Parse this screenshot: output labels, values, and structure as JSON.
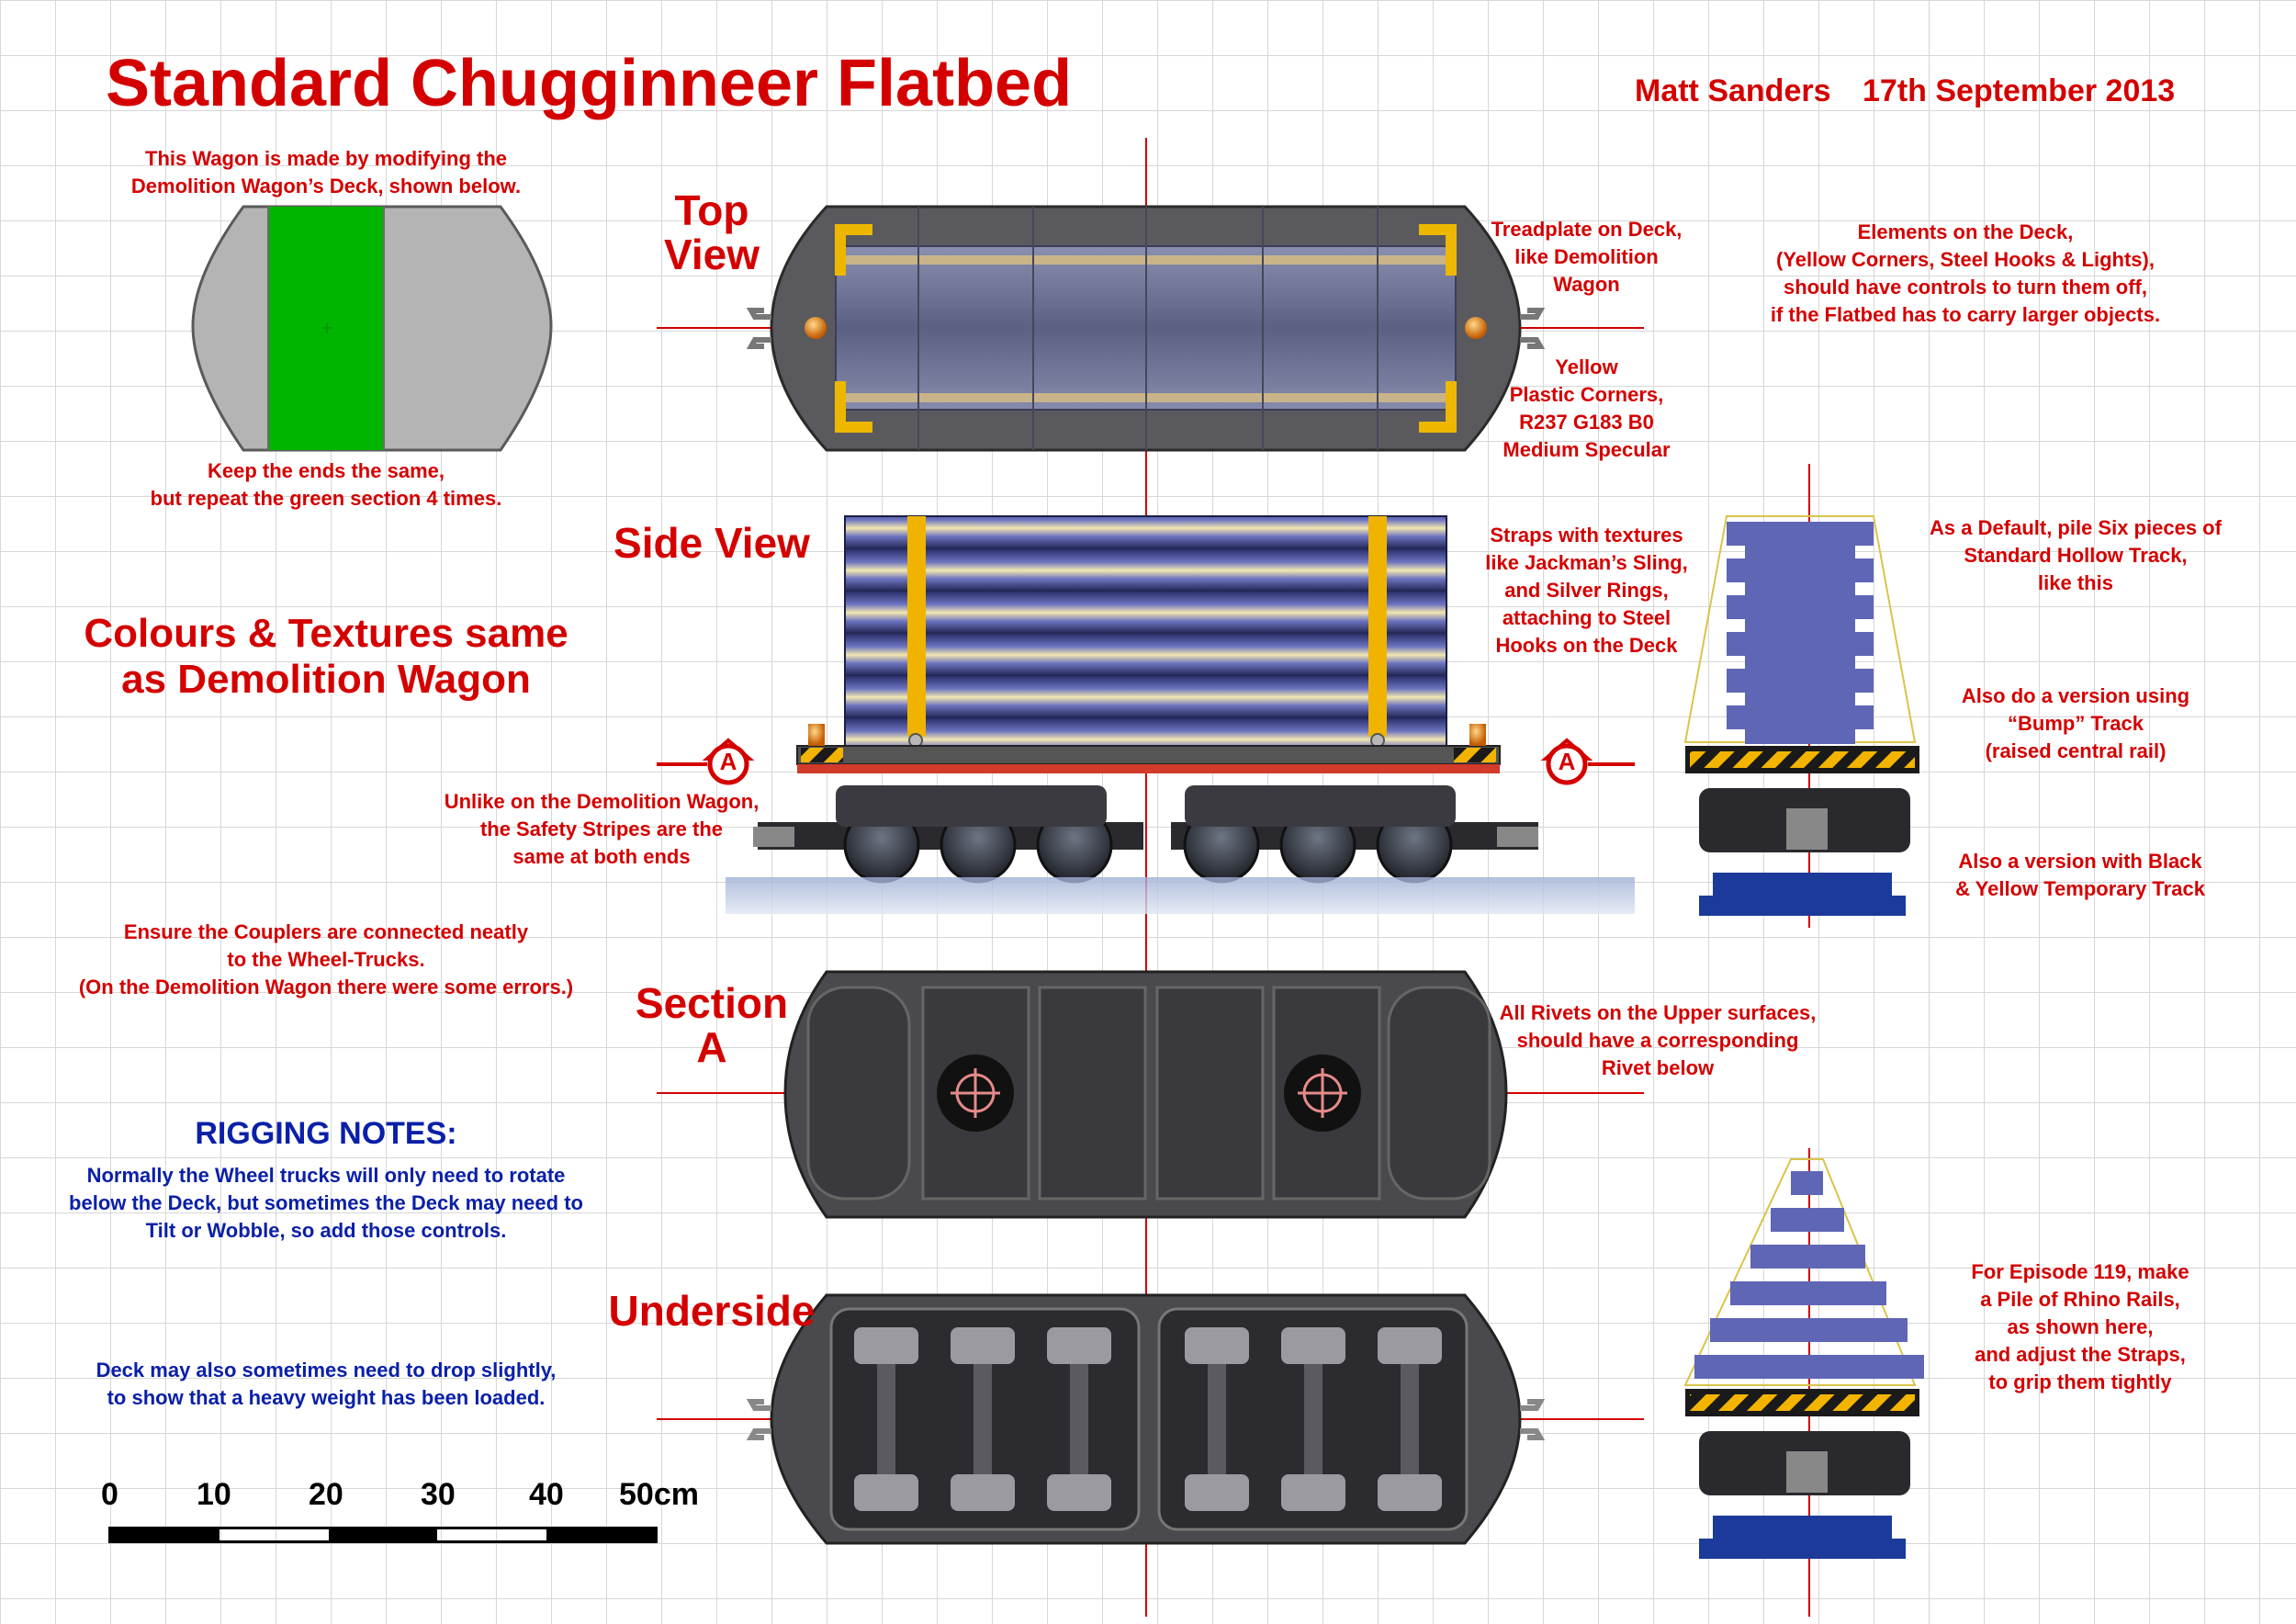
{
  "title": "Standard Chugginneer Flatbed",
  "author": "Matt Sanders",
  "date": "17th September 2013",
  "colors": {
    "annotation_red": "#d40000",
    "rigging_blue": "#0a20a8",
    "deck_grey": "#5a5a5e",
    "corner_yellow": "#edb700",
    "section_green": "#00b400"
  },
  "views": {
    "top": "Top\nView",
    "side": "Side View",
    "section": "Section\nA",
    "underside": "Underside",
    "section_marker": "A"
  },
  "notes": {
    "intro": "This Wagon is made by modifying the\nDemolition Wagon’s Deck, shown below.",
    "keep_ends": "Keep the ends the same,\nbut repeat the green section 4 times.",
    "colours": "Colours & Textures same\nas Demolition Wagon",
    "safety_stripes": "Unlike on the Demolition Wagon,\nthe Safety Stripes are the\nsame at both ends",
    "couplers": "Ensure the Couplers are connected neatly\nto the Wheel-Trucks.\n(On the Demolition Wagon there were some errors.)",
    "treadplate": "Treadplate on Deck,\nlike Demolition\nWagon",
    "plastic_corners": "Yellow\nPlastic Corners,\nR237 G183 B0\nMedium Specular",
    "elements": "Elements on the Deck,\n(Yellow Corners, Steel Hooks & Lights),\nshould have controls to turn them off,\nif the Flatbed has to carry larger objects.",
    "straps": "Straps with textures\nlike Jackman’s Sling,\nand Silver Rings,\nattaching to Steel\nHooks on the Deck",
    "default_pile": "As a Default, pile Six pieces of\nStandard Hollow Track,\nlike this",
    "bump_track": "Also do a version using\n“Bump” Track\n(raised central rail)",
    "temp_track": "Also a version with Black\n& Yellow Temporary Track",
    "rivets": "All Rivets on the Upper surfaces,\nshould have a corresponding\nRivet below",
    "episode": "For Episode 119, make\na Pile of Rhino Rails,\nas shown here,\nand adjust the Straps,\nto grip them tightly"
  },
  "rigging": {
    "heading": "RIGGING NOTES:",
    "rotate": "Normally the Wheel trucks will only need to rotate\nbelow the Deck, but sometimes the Deck may need to\nTilt or Wobble, so add those controls.",
    "drop": "Deck may also sometimes need to drop slightly,\nto show that a heavy weight has been loaded."
  },
  "scale_bar": {
    "labels": [
      "0",
      "10",
      "20",
      "30",
      "40",
      "50cm"
    ]
  }
}
